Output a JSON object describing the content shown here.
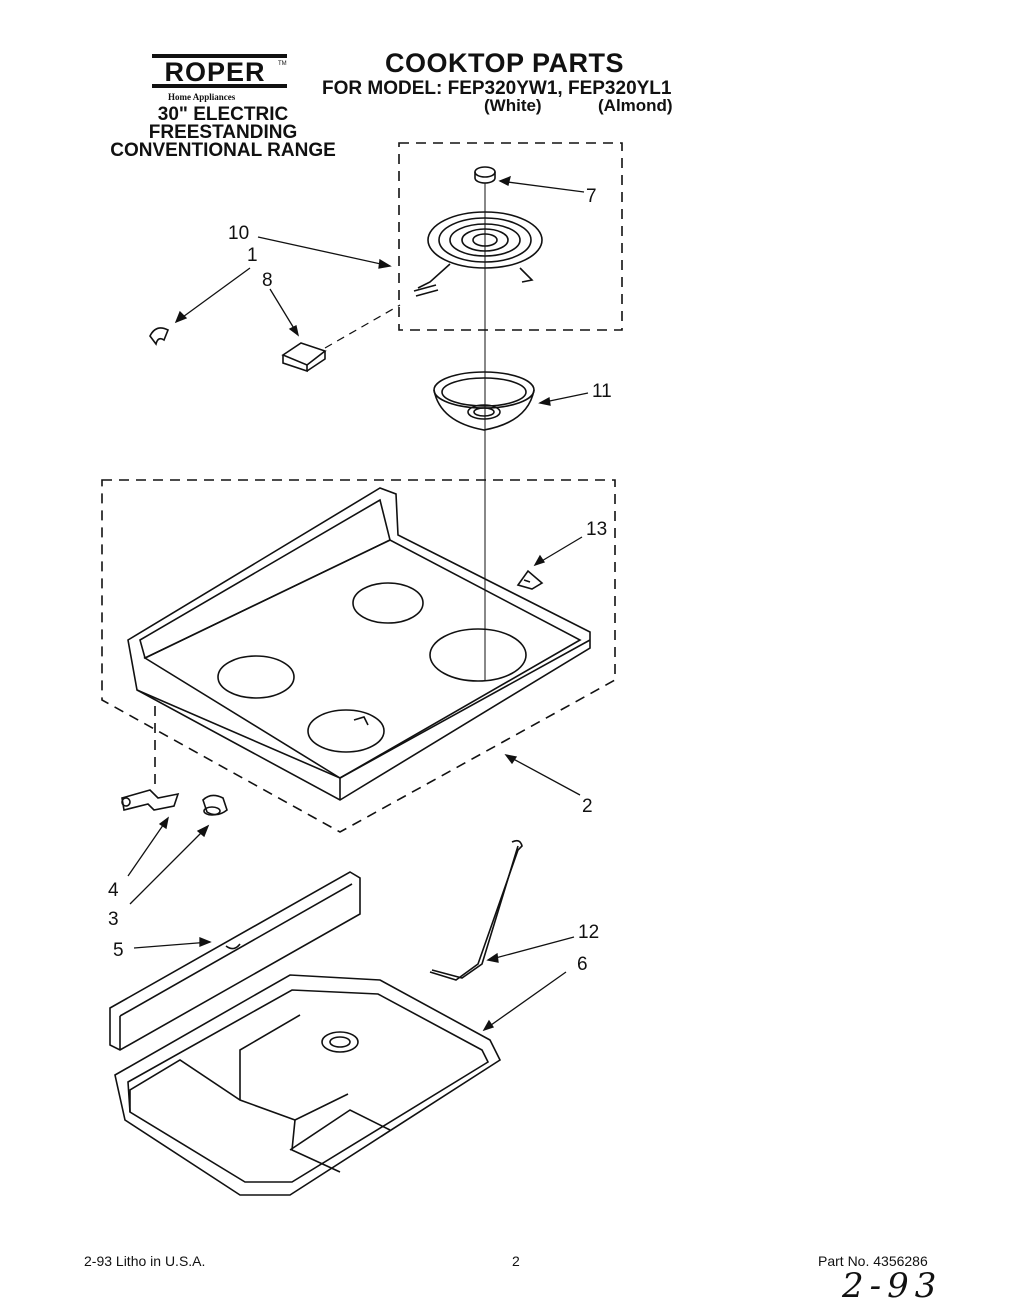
{
  "brand": {
    "logo_text": "ROPER",
    "trademark": "TM",
    "tagline": "Home Appliances"
  },
  "header": {
    "product_line1": "30\" ELECTRIC",
    "product_line2": "FREESTANDING",
    "product_line3": "CONVENTIONAL RANGE",
    "title": "COOKTOP PARTS",
    "model_line": "FOR MODEL: FEP320YW1, FEP320YL1",
    "color_white": "(White)",
    "color_almond": "(Almond)"
  },
  "callouts": [
    "7",
    "10",
    "1",
    "8",
    "11",
    "13",
    "2",
    "4",
    "3",
    "5",
    "12",
    "6"
  ],
  "footer": {
    "litho": "2-93 Litho in U.S.A.",
    "page_number": "2",
    "part_number": "Part No. 4356286",
    "handwritten_date": "2-93"
  }
}
